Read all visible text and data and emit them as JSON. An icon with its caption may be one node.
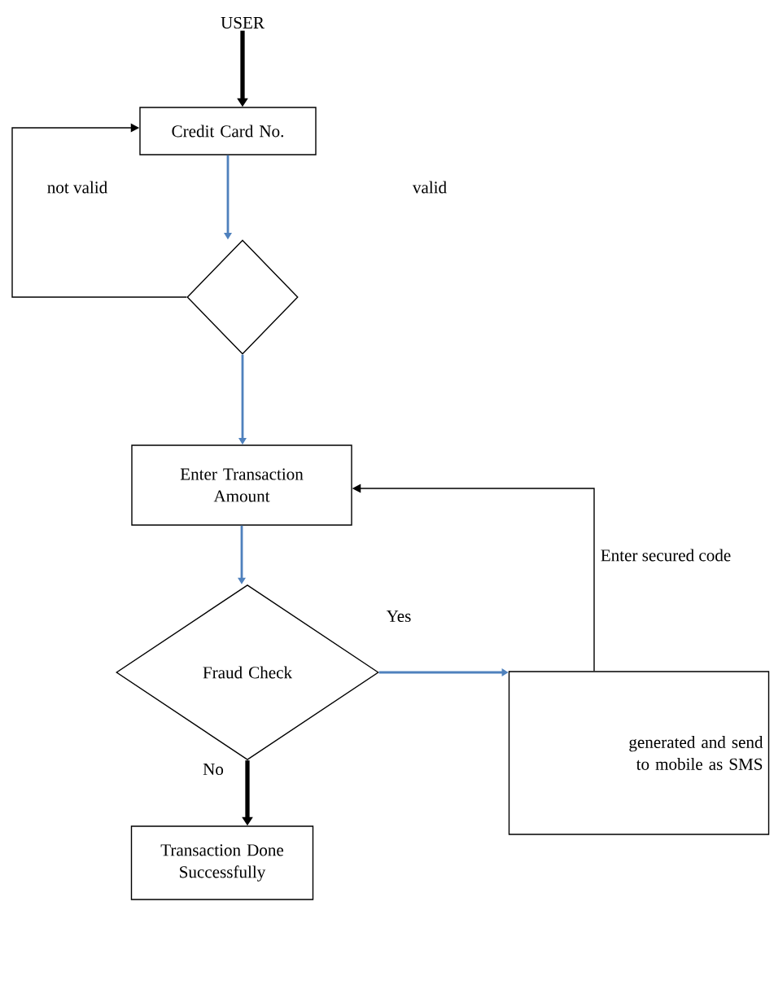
{
  "diagram": {
    "nodes": [
      {
        "text": [
          "USER"
        ]
      },
      {
        "text": [
          "Credit Card No."
        ]
      },
      {
        "text": [],
        "shape": "diamond"
      },
      {
        "text": [
          "Enter Transaction Amount"
        ]
      },
      {
        "text": [
          "Fraud Check"
        ]
      },
      {
        "text": [
          "generated and send to mobile as SMS"
        ]
      },
      {
        "text": [
          "Transaction Done Successfully"
        ]
      }
    ],
    "edges": [
      {
        "from": 0,
        "to": 1,
        "arrow": "to",
        "style": "thick"
      },
      {
        "from": 1,
        "to": 2,
        "arrow": "to",
        "color": "#4f81bd"
      },
      {
        "from": 2,
        "to": 1,
        "arrow": "to"
      },
      {
        "from": 2,
        "to": 3,
        "arrow": "to",
        "color": "#4f81bd"
      },
      {
        "from": 3,
        "to": 4,
        "arrow": "to",
        "color": "#4f81bd"
      },
      {
        "from": 4,
        "to": 5,
        "arrow": "to",
        "label": "Yes",
        "color": "#4f81bd"
      },
      {
        "from": 5,
        "to": 3,
        "arrow": "to",
        "label": "Enter secured code"
      },
      {
        "from": 4,
        "to": 6,
        "arrow": "to",
        "label": "No",
        "style": "thick"
      }
    ],
    "labels": [
      "not valid",
      "valid"
    ]
  }
}
